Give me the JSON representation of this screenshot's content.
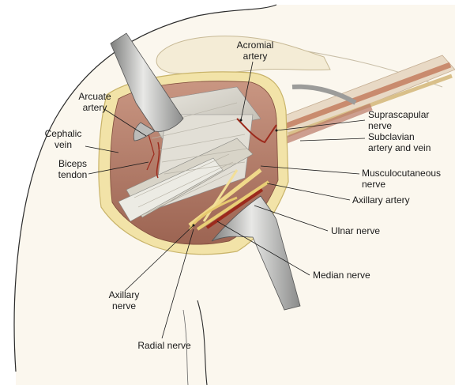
{
  "labels": {
    "acromial_artery": "Acromial\nartery",
    "arcuate_artery": "Arcuate\nartery",
    "cephalic_vein": "Cephalic\nvein",
    "biceps_tendon": "Biceps\ntendon",
    "suprascapular_nerve": "Suprascapular\nnerve",
    "subclavian_artery_vein": "Subclavian\nartery and vein",
    "musculocutaneous_nerve": "Musculocutaneous\nnerve",
    "axillary_artery": "Axillary artery",
    "ulnar_nerve": "Ulnar nerve",
    "median_nerve": "Median nerve",
    "axillary_nerve": "Axillary\nnerve",
    "radial_nerve": "Radial nerve"
  },
  "colors": {
    "skin": "#f6efdf",
    "skin_edge": "#e9dcc0",
    "outline": "#2b2b2b",
    "muscle": "#b9826c",
    "muscle_dark": "#8f5a48",
    "tendon": "#dcdad2",
    "nerve": "#f0d98a",
    "artery": "#9c2a1c",
    "retractor": "#9b9c9b",
    "retractor_light": "#e4e4e2",
    "fat": "#f2e3a8"
  }
}
